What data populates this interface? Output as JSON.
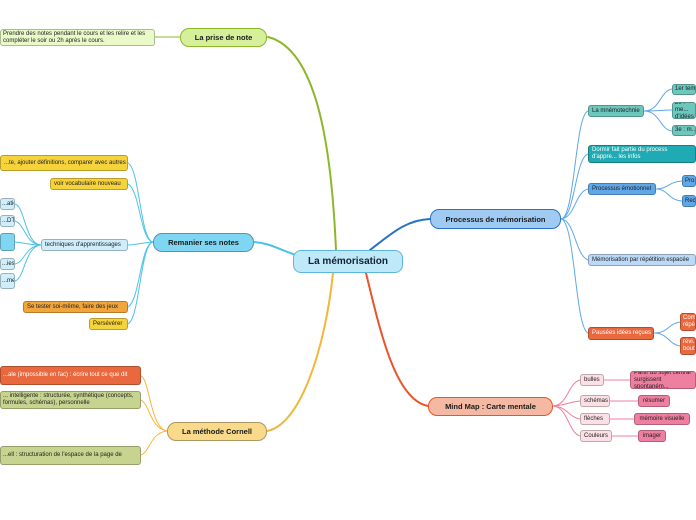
{
  "root": {
    "label": "La mémorisation"
  },
  "prise": {
    "label": "La prise de note",
    "leaf": "Prendre des notes pendant le cours et les relire et les compléter le soir ou 2h après le cours."
  },
  "remanier": {
    "label": "Remanier ses notes",
    "leaf1": "...te, ajouter définitions, comparer avec autres",
    "leaf2": "voir vocabulaire nouveau",
    "techniques": "techniques d'apprentissages",
    "tech_items": [
      "...ation",
      "...DT)",
      "",
      "...ies)",
      "...me"
    ],
    "leaf3": "Se tester soi-même, faire des jeux",
    "leaf4": "Persévérer"
  },
  "cornell": {
    "label": "La méthode Cornell",
    "leaf1": "...ale (impossible en fac) : écrire tout ce que dit",
    "leaf2": "... intelligente : structurée, synthétique (concepts, formules, schémas), personnelle",
    "leaf3": "...ell : structuration de l'espace de la page de"
  },
  "processus": {
    "label": "Processus de mémorisation",
    "mnemotechnie": "La mnémotechnie",
    "mnemo_items": [
      "1er tem...",
      "2e : me... d'idées...",
      "3e : m..."
    ],
    "dormir": "Dormir fait partie du process d'appre... les infos",
    "emotionnel": "Processus émotionnel",
    "emo_items": [
      "Pro...",
      "Rec..."
    ],
    "repetition": "Mémorisation par répétition espacée",
    "pausees": "Pausées idées reçues",
    "pause_items": [
      "Com... répé...",
      "révi... bout..."
    ]
  },
  "mindmap": {
    "label": "Mind Map : Carte mentale",
    "items": [
      {
        "label": "bulles",
        "detail": "Partir du sujet central surgissent spontaném..."
      },
      {
        "label": "schémas",
        "detail": "résumer"
      },
      {
        "label": "flèches",
        "detail": "mémoire visuelle"
      },
      {
        "label": "Couleurs",
        "detail": "imager"
      }
    ]
  },
  "colors": {
    "prise_branch": "#8cb72a",
    "remanier_branch": "#4ec1e8",
    "cornell_branch": "#f4b63a",
    "processus_branch": "#2a72c8",
    "mindmap_branch": "#e8552a"
  }
}
